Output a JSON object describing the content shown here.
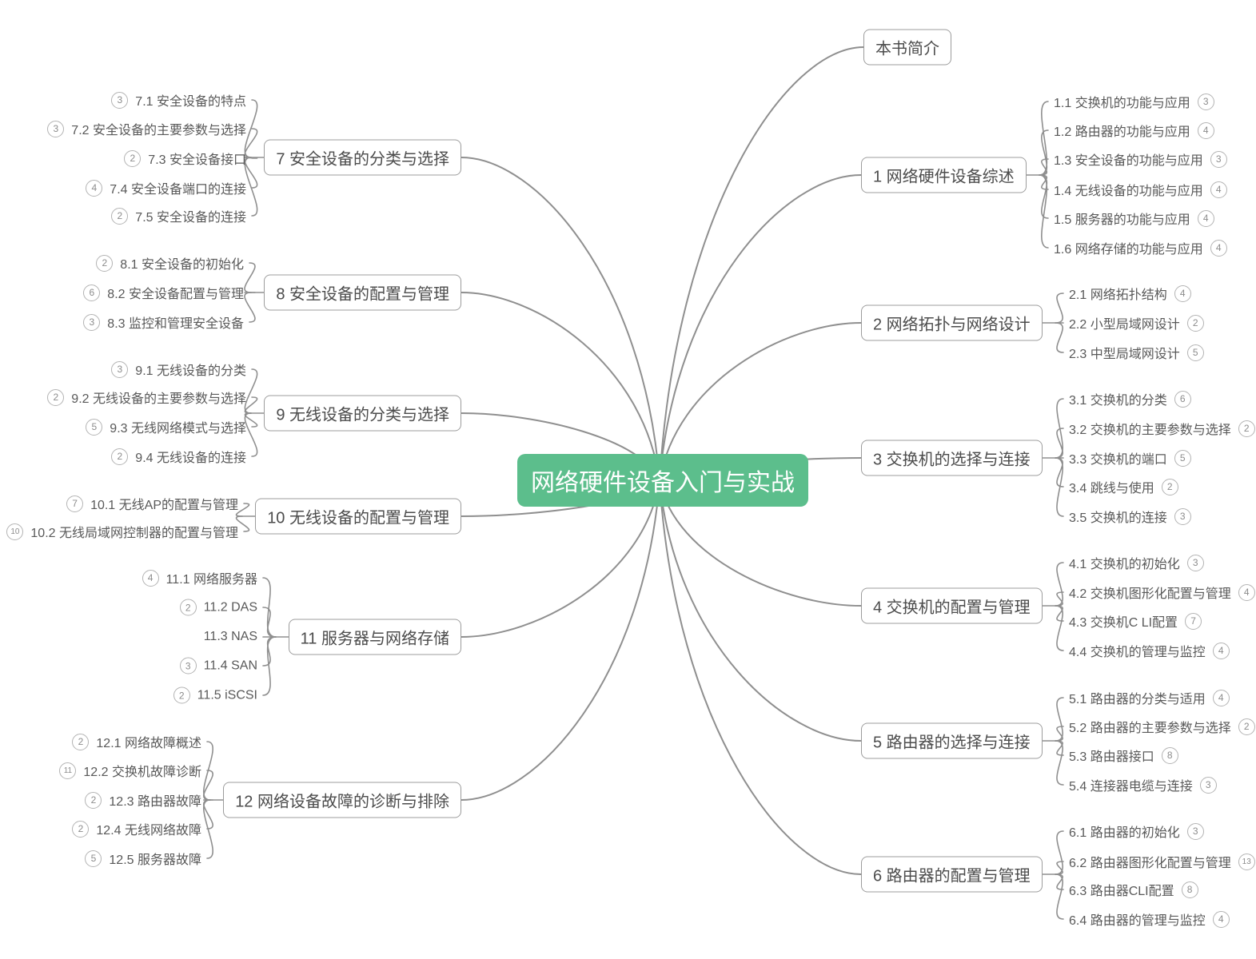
{
  "central": {
    "label": "网络硬件设备入门与实战",
    "bg_color": "#5cbe8c",
    "text_color": "#ffffff"
  },
  "connector_color": "#8f8f8f",
  "topics": [
    {
      "label": "本书简介",
      "children": []
    },
    {
      "label": "1 网络硬件设备综述",
      "children": [
        {
          "label": "1.1 交换机的功能与应用",
          "badge": "3"
        },
        {
          "label": "1.2 路由器的功能与应用",
          "badge": "4"
        },
        {
          "label": "1.3 安全设备的功能与应用",
          "badge": "3"
        },
        {
          "label": "1.4 无线设备的功能与应用",
          "badge": "4"
        },
        {
          "label": "1.5 服务器的功能与应用",
          "badge": "4"
        },
        {
          "label": "1.6 网络存储的功能与应用",
          "badge": "4"
        }
      ]
    },
    {
      "label": "2 网络拓扑与网络设计",
      "children": [
        {
          "label": "2.1 网络拓扑结构",
          "badge": "4"
        },
        {
          "label": "2.2 小型局域网设计",
          "badge": "2"
        },
        {
          "label": "2.3 中型局域网设计",
          "badge": "5"
        }
      ]
    },
    {
      "label": "3 交换机的选择与连接",
      "children": [
        {
          "label": "3.1 交换机的分类",
          "badge": "6"
        },
        {
          "label": "3.2 交换机的主要参数与选择",
          "badge": "2"
        },
        {
          "label": "3.3 交换机的端口",
          "badge": "5"
        },
        {
          "label": "3.4 跳线与使用",
          "badge": "2"
        },
        {
          "label": "3.5 交换机的连接",
          "badge": "3"
        }
      ]
    },
    {
      "label": "4 交换机的配置与管理",
      "children": [
        {
          "label": "4.1 交换机的初始化",
          "badge": "3"
        },
        {
          "label": "4.2 交换机图形化配置与管理",
          "badge": "4"
        },
        {
          "label": "4.3 交换机C LI配置",
          "badge": "7"
        },
        {
          "label": "4.4 交换机的管理与监控",
          "badge": "4"
        }
      ]
    },
    {
      "label": "5 路由器的选择与连接",
      "children": [
        {
          "label": "5.1 路由器的分类与适用",
          "badge": "4"
        },
        {
          "label": "5.2 路由器的主要参数与选择",
          "badge": "2"
        },
        {
          "label": "5.3 路由器接口",
          "badge": "8"
        },
        {
          "label": "5.4 连接器电缆与连接",
          "badge": "3"
        }
      ]
    },
    {
      "label": "6 路由器的配置与管理",
      "children": [
        {
          "label": "6.1 路由器的初始化",
          "badge": "3"
        },
        {
          "label": "6.2 路由器图形化配置与管理",
          "badge": "13"
        },
        {
          "label": "6.3 路由器CLI配置",
          "badge": "8"
        },
        {
          "label": "6.4 路由器的管理与监控",
          "badge": "4"
        }
      ]
    },
    {
      "label": "7 安全设备的分类与选择",
      "children": [
        {
          "label": "7.1 安全设备的特点",
          "badge": "3"
        },
        {
          "label": "7.2 安全设备的主要参数与选择",
          "badge": "3"
        },
        {
          "label": "7.3 安全设备接口",
          "badge": "2"
        },
        {
          "label": "7.4 安全设备端口的连接",
          "badge": "4"
        },
        {
          "label": "7.5 安全设备的连接",
          "badge": "2"
        }
      ]
    },
    {
      "label": "8 安全设备的配置与管理",
      "children": [
        {
          "label": "8.1 安全设备的初始化",
          "badge": "2"
        },
        {
          "label": "8.2 安全设备配置与管理",
          "badge": "6"
        },
        {
          "label": "8.3 监控和管理安全设备",
          "badge": "3"
        }
      ]
    },
    {
      "label": "9 无线设备的分类与选择",
      "children": [
        {
          "label": "9.1 无线设备的分类",
          "badge": "3"
        },
        {
          "label": "9.2 无线设备的主要参数与选择",
          "badge": "2"
        },
        {
          "label": "9.3 无线网络模式与选择",
          "badge": "5"
        },
        {
          "label": "9.4 无线设备的连接",
          "badge": "2"
        }
      ]
    },
    {
      "label": "10 无线设备的配置与管理",
      "children": [
        {
          "label": "10.1 无线AP的配置与管理",
          "badge": "7"
        },
        {
          "label": "10.2 无线局域网控制器的配置与管理",
          "badge": "10"
        }
      ]
    },
    {
      "label": "11 服务器与网络存储",
      "children": [
        {
          "label": "11.1 网络服务器",
          "badge": "4"
        },
        {
          "label": "11.2 DAS",
          "badge": "2"
        },
        {
          "label": "11.3 NAS",
          "badge": null
        },
        {
          "label": "11.4 SAN",
          "badge": "3"
        },
        {
          "label": "11.5 iSCSI",
          "badge": "2"
        }
      ]
    },
    {
      "label": "12 网络设备故障的诊断与排除",
      "children": [
        {
          "label": "12.1 网络故障概述",
          "badge": "2"
        },
        {
          "label": "12.2 交换机故障诊断",
          "badge": "11"
        },
        {
          "label": "12.3 路由器故障",
          "badge": "2"
        },
        {
          "label": "12.4 无线网络故障",
          "badge": "2"
        },
        {
          "label": "12.5 服务器故障",
          "badge": "5"
        }
      ]
    }
  ]
}
